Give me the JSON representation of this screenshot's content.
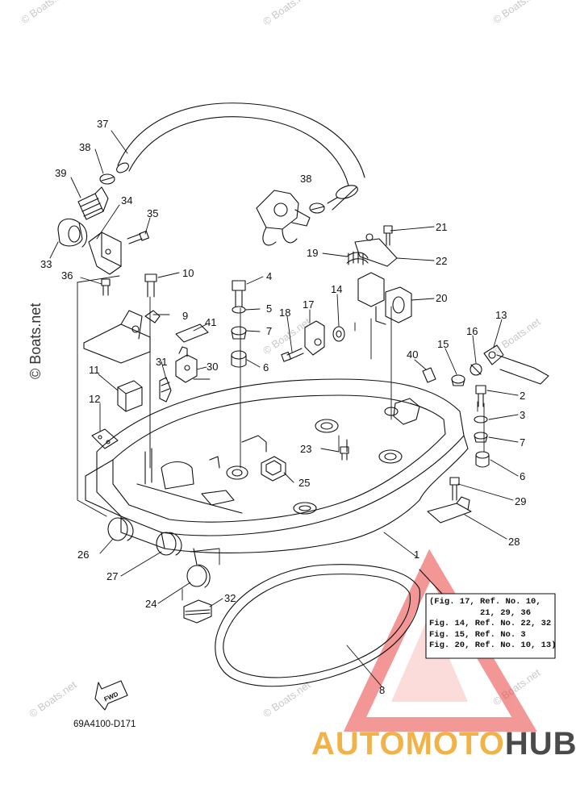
{
  "diagram": {
    "code": "69A4100-D171",
    "fwd_label": "FWD",
    "callouts": [
      {
        "id": "c1",
        "text": "1"
      },
      {
        "id": "c2",
        "text": "2"
      },
      {
        "id": "c3",
        "text": "3"
      },
      {
        "id": "c4",
        "text": "4"
      },
      {
        "id": "c5",
        "text": "5"
      },
      {
        "id": "c6a",
        "text": "6"
      },
      {
        "id": "c6b",
        "text": "6"
      },
      {
        "id": "c7a",
        "text": "7"
      },
      {
        "id": "c7b",
        "text": "7"
      },
      {
        "id": "c8",
        "text": "8"
      },
      {
        "id": "c9",
        "text": "9"
      },
      {
        "id": "c10a",
        "text": "10"
      },
      {
        "id": "c11",
        "text": "11"
      },
      {
        "id": "c12",
        "text": "12"
      },
      {
        "id": "c13",
        "text": "13"
      },
      {
        "id": "c14",
        "text": "14"
      },
      {
        "id": "c15",
        "text": "15"
      },
      {
        "id": "c16",
        "text": "16"
      },
      {
        "id": "c17",
        "text": "17"
      },
      {
        "id": "c18",
        "text": "18"
      },
      {
        "id": "c19",
        "text": "19"
      },
      {
        "id": "c20",
        "text": "20"
      },
      {
        "id": "c21",
        "text": "21"
      },
      {
        "id": "c22",
        "text": "22"
      },
      {
        "id": "c23",
        "text": "23"
      },
      {
        "id": "c24",
        "text": "24"
      },
      {
        "id": "c25",
        "text": "25"
      },
      {
        "id": "c26",
        "text": "26"
      },
      {
        "id": "c27",
        "text": "27"
      },
      {
        "id": "c28",
        "text": "28"
      },
      {
        "id": "c29",
        "text": "29"
      },
      {
        "id": "c30",
        "text": "30"
      },
      {
        "id": "c31",
        "text": "31"
      },
      {
        "id": "c32",
        "text": "32"
      },
      {
        "id": "c33",
        "text": "33"
      },
      {
        "id": "c34",
        "text": "34"
      },
      {
        "id": "c35",
        "text": "35"
      },
      {
        "id": "c36",
        "text": "36"
      },
      {
        "id": "c37",
        "text": "37"
      },
      {
        "id": "c38a",
        "text": "38"
      },
      {
        "id": "c38b",
        "text": "38"
      },
      {
        "id": "c39",
        "text": "39"
      },
      {
        "id": "c40",
        "text": "40"
      },
      {
        "id": "c41",
        "text": "41"
      }
    ],
    "reference_note": "(Fig. 17, Ref. No. 10,\n          21, 29, 36\nFig. 14, Ref. No. 22, 32\nFig. 15, Ref. No. 3\nFig. 20, Ref. No. 10, 13)"
  },
  "watermarks": {
    "text": "© Boats.net",
    "side_text": "© Boats.net"
  },
  "brand": {
    "part1": "AUTOMOTO",
    "part2": "HUB",
    "color_primary": "#f1b248",
    "color_secondary": "#4a4a4a",
    "logo_color": "#e8433f"
  }
}
